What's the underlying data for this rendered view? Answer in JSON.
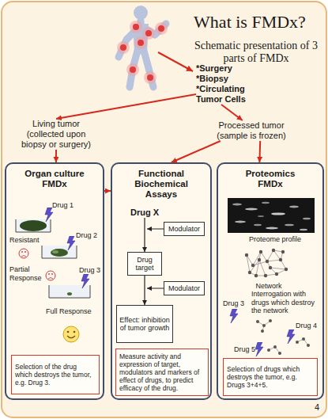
{
  "diagram": {
    "title": "What is FMDx?",
    "nodes": [
      {
        "text": [
          "*Surgery *Biopsy *Circulating Tumor Cells"
        ]
      },
      {
        "text": [
          "Living tumor (collected upon biopsy or surgery)"
        ]
      },
      {
        "text": [
          "Processed tumor (sample is frozen)"
        ]
      },
      {
        "text": [
          "Organ culture FMDx"
        ]
      },
      {
        "text": [
          "Selection of the drug which destroys the tumor, e.g. Drug 3."
        ],
        "in": 3
      },
      {
        "text": [
          "Functional Biochemical Assays"
        ]
      },
      {
        "text": [
          "Drug X"
        ],
        "in": 5
      },
      {
        "text": [
          "Modulator"
        ],
        "in": 5
      },
      {
        "text": [
          "Drug target"
        ],
        "in": 5
      },
      {
        "text": [
          "Modulator"
        ],
        "in": 5
      },
      {
        "text": [
          "Effect: inhibition of tumor growth"
        ],
        "in": 5
      },
      {
        "text": [
          "Measure activity and expression of target, modulators and markers of effect of drugs, to predict efficacy of the drug."
        ],
        "in": 5
      },
      {
        "text": [
          "Proteomics FMDx"
        ]
      },
      {
        "text": [
          "Selection of drugs which destroys the tumor, e.g. Drugs 3+4+5."
        ],
        "in": 12
      }
    ],
    "edges": [
      {
        "from": 0,
        "to": 1,
        "arrow": "to"
      },
      {
        "from": 0,
        "to": 2,
        "arrow": "to"
      },
      {
        "from": 1,
        "to": 3,
        "arrow": "to"
      },
      {
        "from": 2,
        "to": 5,
        "arrow": "to"
      },
      {
        "from": 2,
        "to": 12,
        "arrow": "to"
      },
      {
        "from": 3,
        "to": 5,
        "arrow": "to"
      },
      {
        "from": 6,
        "to": 8,
        "arrow": "to"
      },
      {
        "from": 8,
        "to": 10,
        "arrow": "to"
      }
    ],
    "labels": [
      "Schematic presentation of 3 parts of FMDx",
      "Drug 1",
      "Drug 2",
      "Drug 3",
      "Resistant",
      "Partial Response",
      "Full Response",
      "Proteome profile",
      "Network",
      "Interrogation with drugs which destroy the network",
      "Drug 3",
      "Drug 4",
      "Drug 5",
      "4"
    ]
  }
}
